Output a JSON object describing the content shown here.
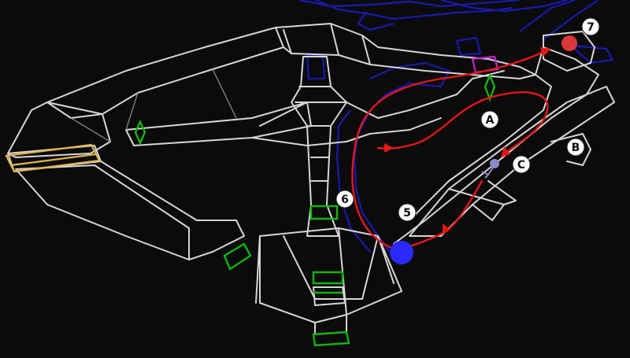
{
  "markers": {
    "m7": "7",
    "mA": "A",
    "mB": "B",
    "mC": "C",
    "m5": "5",
    "m6": "6"
  },
  "colors": {
    "background": "#0b0b0b",
    "wireframe": "#d6d6d6",
    "route": "#e01818",
    "start_point": "#ff4040",
    "end_point": "#2a2aff",
    "ramps": "#1a1aa8",
    "doors": "#12b312",
    "highlight_box": "#e0b450",
    "spawn": "#cc22cc",
    "player": "#8a8ac8"
  },
  "icons": {
    "start": "red-dot-icon",
    "end": "blue-dot-icon",
    "player": "player-figure-icon"
  }
}
